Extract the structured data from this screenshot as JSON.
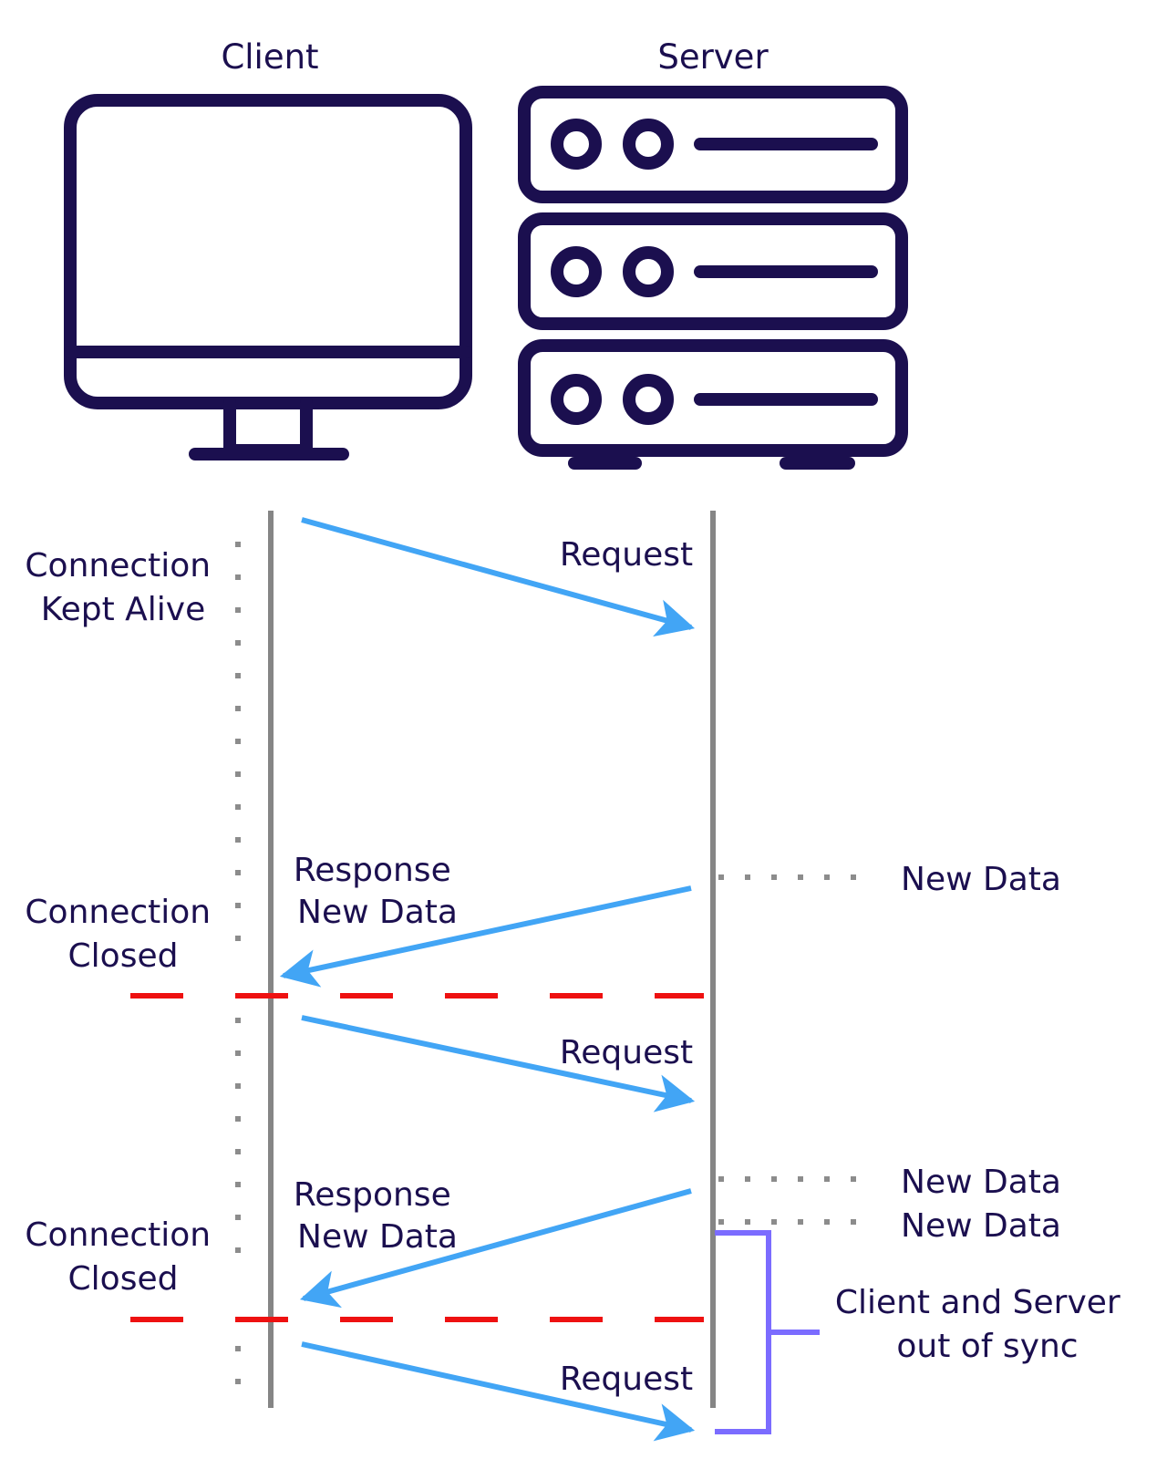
{
  "colors": {
    "ink": "#1b0f4f",
    "lifeline": "#858585",
    "arrow": "#42a5f5",
    "dotted": "#8c8c8c",
    "cut": "#ee1111",
    "bracket": "#7b6cff",
    "background": "#ffffff"
  },
  "icons": {
    "client": "desktop-monitor-icon",
    "server": "server-rack-icon"
  },
  "actors": {
    "client": "Client",
    "server": "Server"
  },
  "messages": {
    "request_1": "Request",
    "response_1_line1": "Response",
    "response_1_line2": "New Data",
    "request_2": "Request",
    "response_2_line1": "Response",
    "response_2_line2": "New Data",
    "request_3": "Request"
  },
  "left_notes": {
    "kept_alive_line1": "Connection",
    "kept_alive_line2": "Kept Alive",
    "closed_1_line1": "Connection",
    "closed_1_line2": "Closed",
    "closed_2_line1": "Connection",
    "closed_2_line2": "Closed"
  },
  "server_events": {
    "event_1": "New Data",
    "event_2": "New Data",
    "event_3": "New Data"
  },
  "sync_note": {
    "line1": "Client and Server",
    "line2": "out of sync"
  }
}
